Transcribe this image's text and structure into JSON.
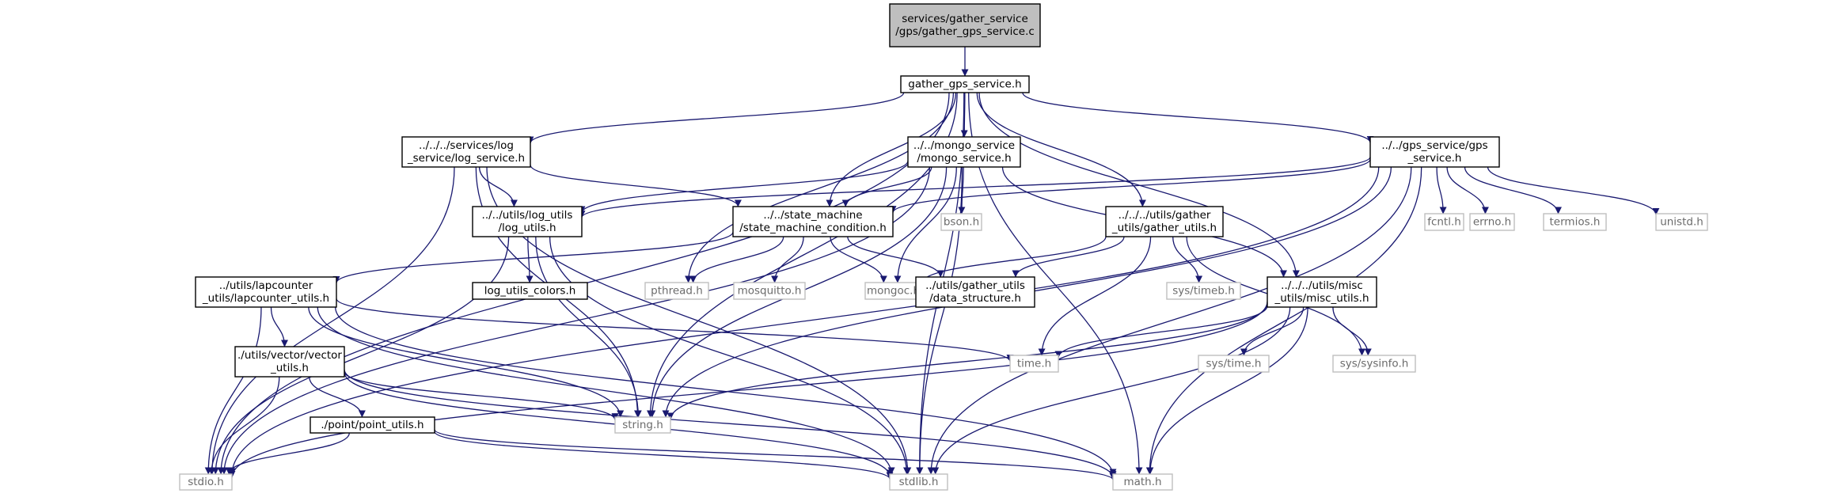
{
  "graph": {
    "title": "Include dependency graph for gather_gps_service.c",
    "colors": {
      "root_fill": "#bfbfbf",
      "edge": "#191970",
      "node_border": "#000000",
      "system_border": "#bfbfbf",
      "system_text": "#6b6b6b"
    },
    "nodes": [
      {
        "id": "root",
        "lines": [
          "services/gather_service",
          "/gps/gather_gps_service.c"
        ],
        "kind": "root"
      },
      {
        "id": "gather_gps_service_h",
        "lines": [
          "gather_gps_service.h"
        ],
        "kind": "local"
      },
      {
        "id": "log_service_h",
        "lines": [
          "../../../services/log",
          "_service/log_service.h"
        ],
        "kind": "local"
      },
      {
        "id": "mongo_service_h",
        "lines": [
          "../../mongo_service",
          "/mongo_service.h"
        ],
        "kind": "local"
      },
      {
        "id": "gps_service_h",
        "lines": [
          "../../gps_service/gps",
          "_service.h"
        ],
        "kind": "local"
      },
      {
        "id": "log_utils_h",
        "lines": [
          "../../utils/log_utils",
          "/log_utils.h"
        ],
        "kind": "local"
      },
      {
        "id": "state_machine_condition_h",
        "lines": [
          "../../state_machine",
          "/state_machine_condition.h"
        ],
        "kind": "local"
      },
      {
        "id": "bson_h",
        "lines": [
          "bson.h"
        ],
        "kind": "system"
      },
      {
        "id": "gather_utils_h",
        "lines": [
          "../../../utils/gather",
          "_utils/gather_utils.h"
        ],
        "kind": "local"
      },
      {
        "id": "fcntl_h",
        "lines": [
          "fcntl.h"
        ],
        "kind": "system"
      },
      {
        "id": "errno_h",
        "lines": [
          "errno.h"
        ],
        "kind": "system"
      },
      {
        "id": "termios_h",
        "lines": [
          "termios.h"
        ],
        "kind": "system"
      },
      {
        "id": "unistd_h",
        "lines": [
          "unistd.h"
        ],
        "kind": "system"
      },
      {
        "id": "log_utils_colors_h",
        "lines": [
          "log_utils_colors.h"
        ],
        "kind": "local"
      },
      {
        "id": "lapcounter_utils_h",
        "lines": [
          "../utils/lapcounter",
          "_utils/lapcounter_utils.h"
        ],
        "kind": "local"
      },
      {
        "id": "pthread_h",
        "lines": [
          "pthread.h"
        ],
        "kind": "system"
      },
      {
        "id": "mosquitto_h",
        "lines": [
          "mosquitto.h"
        ],
        "kind": "system"
      },
      {
        "id": "mongoc_h",
        "lines": [
          "mongoc.h"
        ],
        "kind": "system"
      },
      {
        "id": "data_structure_h",
        "lines": [
          "../utils/gather_utils",
          "/data_structure.h"
        ],
        "kind": "local"
      },
      {
        "id": "sys_timeb_h",
        "lines": [
          "sys/timeb.h"
        ],
        "kind": "system"
      },
      {
        "id": "misc_utils_h",
        "lines": [
          "../../../utils/misc",
          "_utils/misc_utils.h"
        ],
        "kind": "local"
      },
      {
        "id": "vector_utils_h",
        "lines": [
          "./utils/vector/vector",
          "_utils.h"
        ],
        "kind": "local"
      },
      {
        "id": "time_h",
        "lines": [
          "time.h"
        ],
        "kind": "system"
      },
      {
        "id": "sys_time_h",
        "lines": [
          "sys/time.h"
        ],
        "kind": "system"
      },
      {
        "id": "sys_sysinfo_h",
        "lines": [
          "sys/sysinfo.h"
        ],
        "kind": "system"
      },
      {
        "id": "point_utils_h",
        "lines": [
          "./point/point_utils.h"
        ],
        "kind": "local"
      },
      {
        "id": "string_h",
        "lines": [
          "string.h"
        ],
        "kind": "system"
      },
      {
        "id": "stdio_h",
        "lines": [
          "stdio.h"
        ],
        "kind": "system"
      },
      {
        "id": "stdlib_h",
        "lines": [
          "stdlib.h"
        ],
        "kind": "system"
      },
      {
        "id": "math_h",
        "lines": [
          "math.h"
        ],
        "kind": "system"
      }
    ],
    "edges": [
      [
        "root",
        "gather_gps_service_h"
      ],
      [
        "gather_gps_service_h",
        "log_service_h"
      ],
      [
        "gather_gps_service_h",
        "mongo_service_h"
      ],
      [
        "gather_gps_service_h",
        "gps_service_h"
      ],
      [
        "gather_gps_service_h",
        "state_machine_condition_h"
      ],
      [
        "gather_gps_service_h",
        "gather_utils_h"
      ],
      [
        "gather_gps_service_h",
        "misc_utils_h"
      ],
      [
        "gather_gps_service_h",
        "pthread_h"
      ],
      [
        "gather_gps_service_h",
        "string_h"
      ],
      [
        "gather_gps_service_h",
        "stdio_h"
      ],
      [
        "gather_gps_service_h",
        "stdlib_h"
      ],
      [
        "gather_gps_service_h",
        "math_h"
      ],
      [
        "log_service_h",
        "log_utils_h"
      ],
      [
        "log_service_h",
        "state_machine_condition_h"
      ],
      [
        "log_service_h",
        "stdio_h"
      ],
      [
        "log_service_h",
        "string_h"
      ],
      [
        "log_service_h",
        "stdlib_h"
      ],
      [
        "mongo_service_h",
        "log_utils_h"
      ],
      [
        "mongo_service_h",
        "state_machine_condition_h"
      ],
      [
        "mongo_service_h",
        "bson_h"
      ],
      [
        "mongo_service_h",
        "mongoc_h"
      ],
      [
        "mongo_service_h",
        "misc_utils_h"
      ],
      [
        "mongo_service_h",
        "string_h"
      ],
      [
        "mongo_service_h",
        "stdlib_h"
      ],
      [
        "mongo_service_h",
        "stdio_h"
      ],
      [
        "gps_service_h",
        "log_utils_h"
      ],
      [
        "gps_service_h",
        "state_machine_condition_h"
      ],
      [
        "gps_service_h",
        "fcntl_h"
      ],
      [
        "gps_service_h",
        "errno_h"
      ],
      [
        "gps_service_h",
        "termios_h"
      ],
      [
        "gps_service_h",
        "unistd_h"
      ],
      [
        "gps_service_h",
        "string_h"
      ],
      [
        "gps_service_h",
        "stdlib_h"
      ],
      [
        "gps_service_h",
        "math_h"
      ],
      [
        "gps_service_h",
        "stdio_h"
      ],
      [
        "log_utils_h",
        "log_utils_colors_h"
      ],
      [
        "log_utils_h",
        "stdio_h"
      ],
      [
        "log_utils_h",
        "string_h"
      ],
      [
        "log_utils_h",
        "stdlib_h"
      ],
      [
        "state_machine_condition_h",
        "lapcounter_utils_h"
      ],
      [
        "state_machine_condition_h",
        "pthread_h"
      ],
      [
        "state_machine_condition_h",
        "mosquitto_h"
      ],
      [
        "state_machine_condition_h",
        "mongoc_h"
      ],
      [
        "state_machine_condition_h",
        "data_structure_h"
      ],
      [
        "gather_utils_h",
        "mongoc_h"
      ],
      [
        "gather_utils_h",
        "data_structure_h"
      ],
      [
        "gather_utils_h",
        "sys_timeb_h"
      ],
      [
        "gather_utils_h",
        "time_h"
      ],
      [
        "gather_utils_h",
        "sys_sysinfo_h"
      ],
      [
        "lapcounter_utils_h",
        "vector_utils_h"
      ],
      [
        "lapcounter_utils_h",
        "time_h"
      ],
      [
        "lapcounter_utils_h",
        "stdio_h"
      ],
      [
        "lapcounter_utils_h",
        "string_h"
      ],
      [
        "lapcounter_utils_h",
        "stdlib_h"
      ],
      [
        "lapcounter_utils_h",
        "math_h"
      ],
      [
        "misc_utils_h",
        "time_h"
      ],
      [
        "misc_utils_h",
        "sys_time_h"
      ],
      [
        "misc_utils_h",
        "sys_sysinfo_h"
      ],
      [
        "misc_utils_h",
        "string_h"
      ],
      [
        "misc_utils_h",
        "stdio_h"
      ],
      [
        "misc_utils_h",
        "stdlib_h"
      ],
      [
        "misc_utils_h",
        "math_h"
      ],
      [
        "vector_utils_h",
        "point_utils_h"
      ],
      [
        "vector_utils_h",
        "stdio_h"
      ],
      [
        "vector_utils_h",
        "string_h"
      ],
      [
        "vector_utils_h",
        "stdlib_h"
      ],
      [
        "vector_utils_h",
        "math_h"
      ],
      [
        "point_utils_h",
        "stdio_h"
      ],
      [
        "point_utils_h",
        "stdlib_h"
      ],
      [
        "point_utils_h",
        "math_h"
      ]
    ]
  }
}
